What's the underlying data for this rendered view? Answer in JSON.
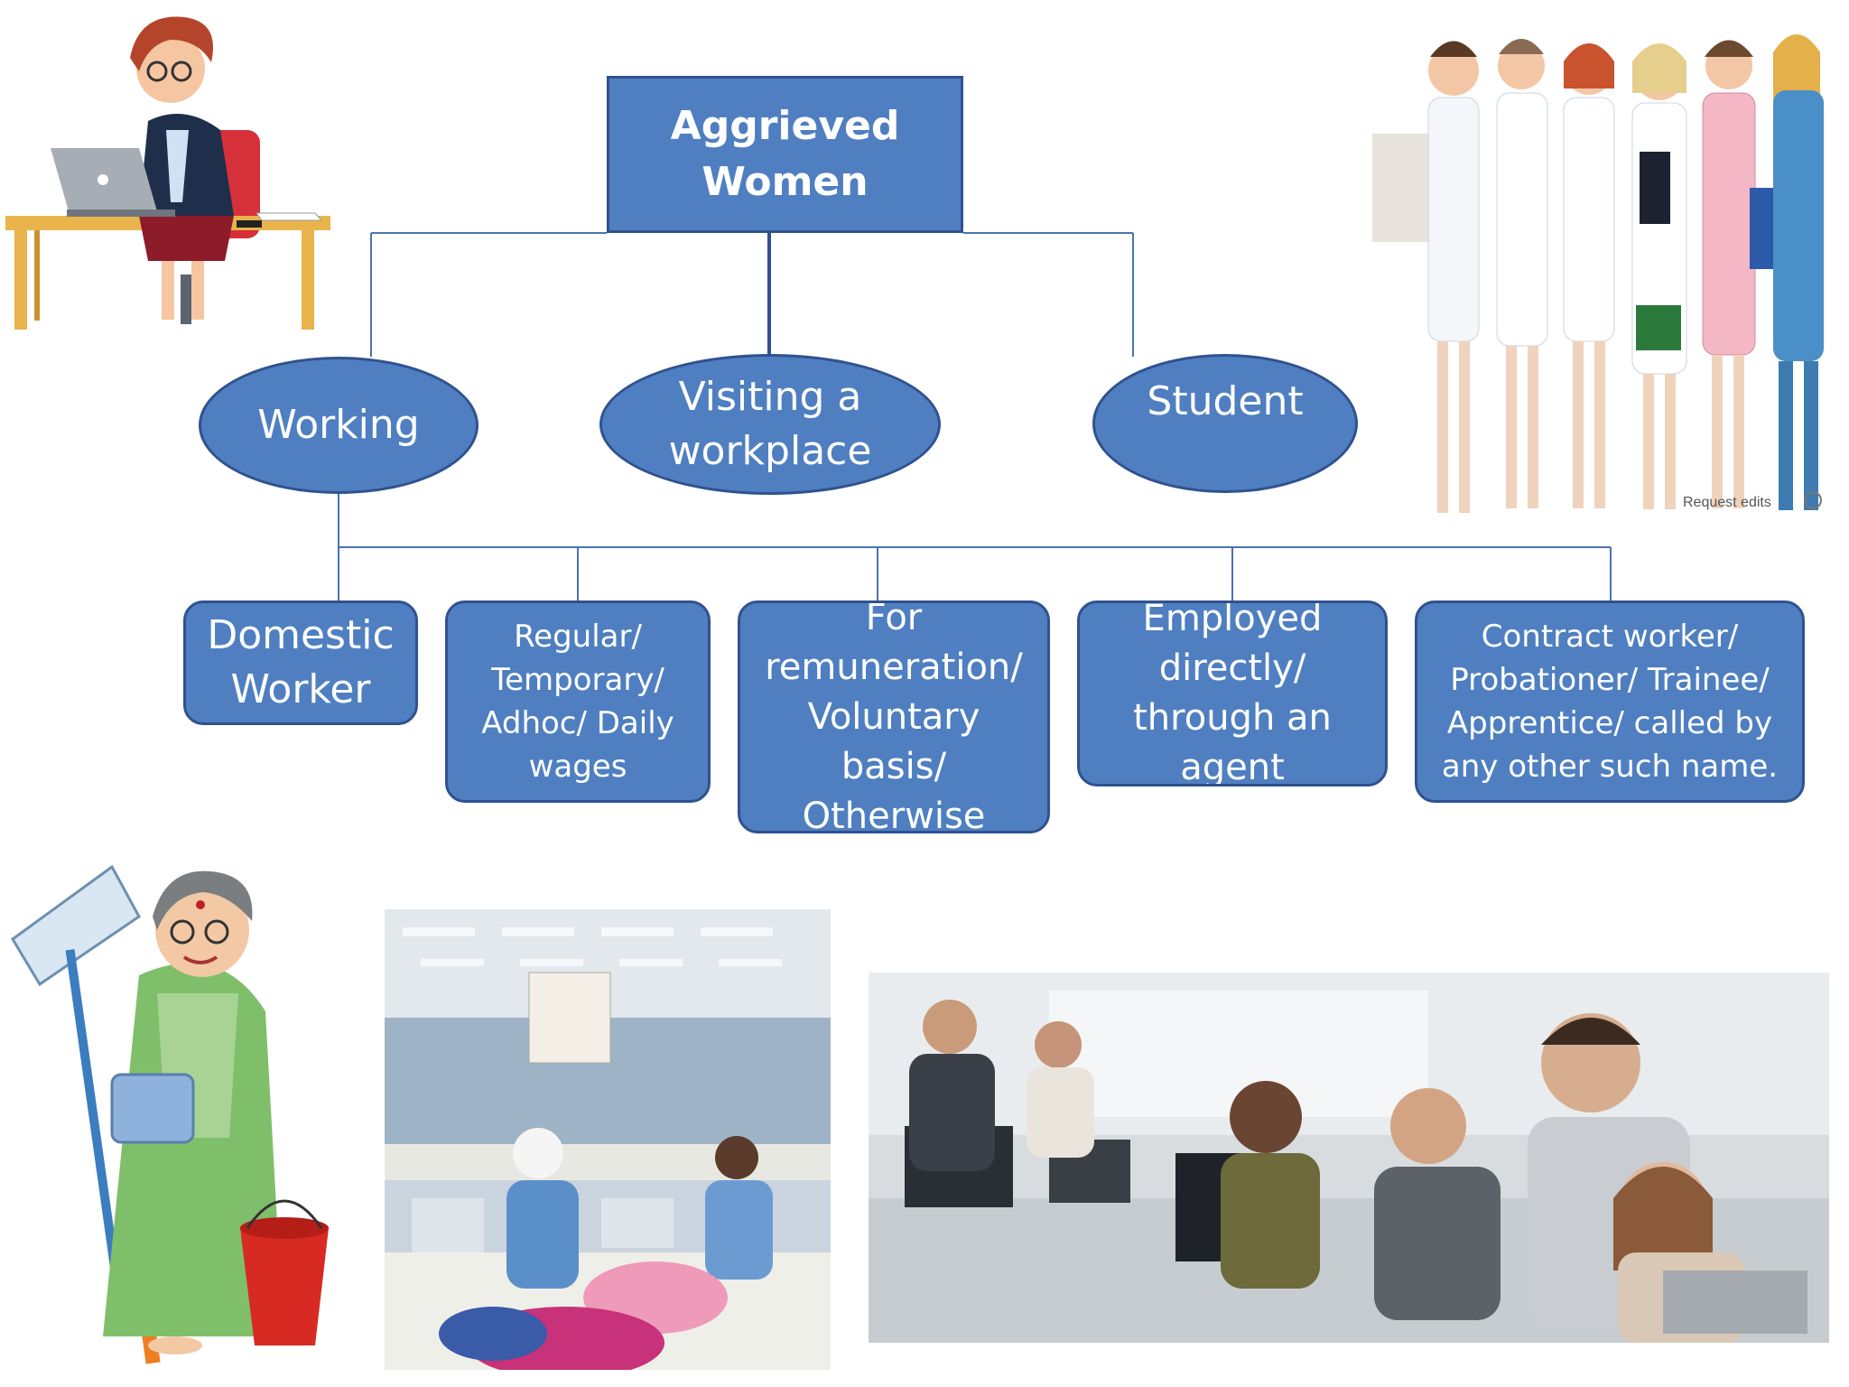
{
  "diagram": {
    "root": {
      "lines": [
        "Aggrieved",
        "Women"
      ]
    },
    "categories": [
      {
        "lines": [
          "Working"
        ]
      },
      {
        "lines": [
          "Visiting a",
          "workplace"
        ]
      },
      {
        "lines": [
          "Student"
        ]
      }
    ],
    "working_types": [
      {
        "lines": [
          "Domestic",
          "Worker"
        ]
      },
      {
        "lines": [
          "Regular/",
          "Temporary/",
          "Adhoc/ Daily",
          "wages"
        ]
      },
      {
        "lines": [
          "For",
          "remuneration/",
          "Voluntary",
          "basis/",
          "Otherwise"
        ]
      },
      {
        "lines": [
          "Employed",
          "directly/",
          "through an",
          "agent"
        ]
      },
      {
        "lines": [
          "Contract worker/",
          "Probationer/ Trainee/",
          "Apprentice/ called by",
          "any other such name."
        ]
      }
    ]
  },
  "image_overlay": {
    "request_edits": "Request edits"
  },
  "colors": {
    "box_fill": "#4f7fc1",
    "box_border": "#2f528f",
    "connector": "#4a73b3",
    "text": "#ffffff"
  },
  "illustrations": [
    "office-woman-at-laptop",
    "group-of-women-professionals",
    "domestic-worker-with-mop-and-bucket",
    "garment-factory-workers",
    "office-team-at-computers"
  ]
}
